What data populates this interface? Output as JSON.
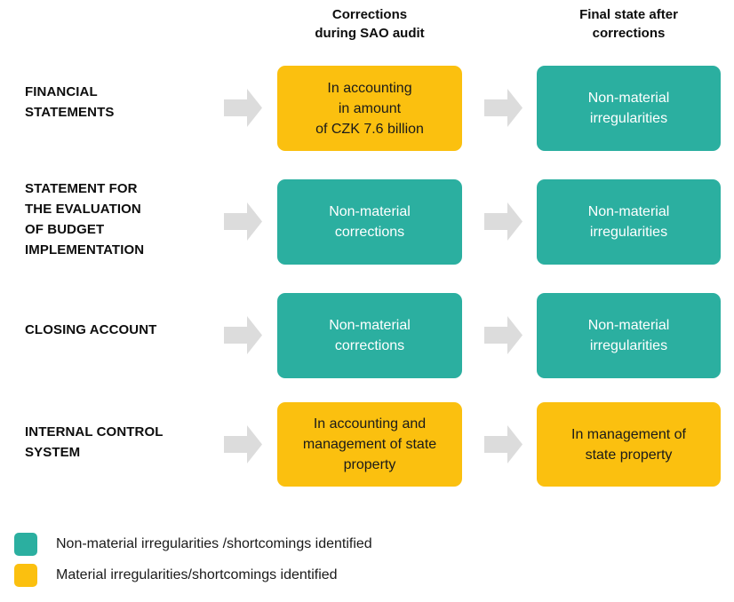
{
  "headers": {
    "col1": "Corrections\nduring SAO audit",
    "col2": "Final state after\ncorrections"
  },
  "colors": {
    "non_material_teal": "#2BAFA0",
    "material_yellow": "#FBC00F",
    "arrow_gray": "#DCDCDC",
    "text_dark": "#0D0D0D",
    "text_on_teal": "#FFFFFF",
    "background": "#FFFFFF"
  },
  "rows": [
    {
      "label": "FINANCIAL\nSTATEMENTS",
      "col1": {
        "text": "In accounting\nin amount\nof CZK 7.6 billion",
        "status": "material",
        "color": "#FBC00F"
      },
      "col2": {
        "text": "Non-material\nirregularities",
        "status": "non-material",
        "color": "#2BAFA0"
      }
    },
    {
      "label": "STATEMENT FOR\nTHE EVALUATION\nOF BUDGET\nIMPLEMENTATION",
      "col1": {
        "text": "Non-material\ncorrections",
        "status": "non-material",
        "color": "#2BAFA0"
      },
      "col2": {
        "text": "Non-material\nirregularities",
        "status": "non-material",
        "color": "#2BAFA0"
      }
    },
    {
      "label": "CLOSING ACCOUNT",
      "col1": {
        "text": "Non-material\ncorrections",
        "status": "non-material",
        "color": "#2BAFA0"
      },
      "col2": {
        "text": "Non-material\nirregularities",
        "status": "non-material",
        "color": "#2BAFA0"
      }
    },
    {
      "label": "INTERNAL CONTROL\nSYSTEM",
      "col1": {
        "text": "In accounting and\nmanagement of state\nproperty",
        "status": "material",
        "color": "#FBC00F"
      },
      "col2": {
        "text": "In management of\nstate property",
        "status": "material",
        "color": "#FBC00F"
      }
    }
  ],
  "legend": [
    {
      "color": "#2BAFA0",
      "label": "Non-material irregularities /shortcomings identified",
      "swatch_icon": "teal-square-icon"
    },
    {
      "color": "#FBC00F",
      "label": "Material irregularities/shortcomings identified",
      "swatch_icon": "yellow-square-icon"
    }
  ],
  "icons": {
    "arrow": "right-block-arrow-icon"
  }
}
